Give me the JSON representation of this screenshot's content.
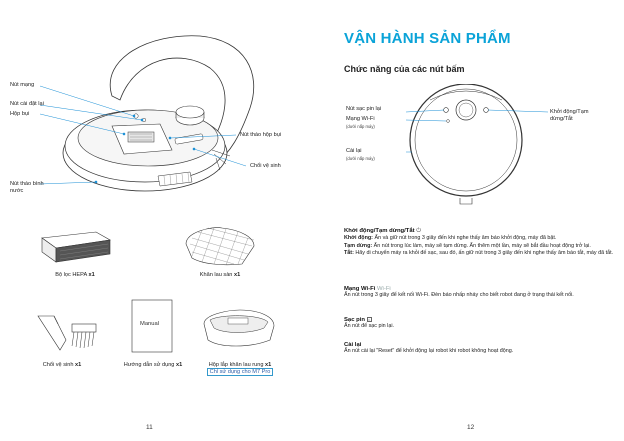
{
  "left_page": {
    "callouts": {
      "network_button": "Nút mạng",
      "reset_button": "Nút cài đặt lại",
      "dust_box": "Hộp bụi",
      "dust_box_release": "Nút tháo hộp bụi",
      "cleaning_brush": "Chổi vệ sinh",
      "water_tank_release_l1": "Nút tháo bình",
      "water_tank_release_l2": "nước"
    },
    "accessories": [
      {
        "name": "Bộ lọc HEPA ",
        "qty": "x1"
      },
      {
        "name": "Khăn lau sàn ",
        "qty": "x1"
      },
      {
        "name": "Chổi vệ sinh ",
        "qty": "x1"
      },
      {
        "name": "Hướng dẫn sử dụng ",
        "qty": "x1"
      },
      {
        "name": "Hộp lắp khăn lau rung ",
        "qty": "x1",
        "note": "Chỉ sử dụng cho M7 Pro"
      }
    ],
    "manual_label": "Manual",
    "page_number": "11"
  },
  "right_page": {
    "title": "VẬN HÀNH SẢN PHẨM",
    "subtitle": "Chức năng của các nút bấm",
    "diagram": {
      "charge_button": "Nút sạc pin lại",
      "wifi_network": "Mạng Wi-Fi",
      "wifi_note": "(dưới nắp máy)",
      "reset": "Cài lại",
      "reset_note": "(dưới nắp máy)",
      "start_pause_l1": "Khởi động/Tạm",
      "start_pause_l2": "dừng/Tắt"
    },
    "sections": {
      "power": {
        "heading": "Khởi động/Tạm dừng/Tắt",
        "start_label": "Khởi động:",
        "start_text": " Ấn và giữ nút trong 3 giây đến khi nghe thấy âm báo khởi động, máy đã bật.",
        "pause_label": "Tạm dừng:",
        "pause_text": " Ấn nút trong lúc làm, máy sẽ tạm dừng. Ấn thêm một lần, máy sẽ bắt đầu hoạt động trở lại.",
        "off_label": "Tắt:",
        "off_text": " Hãy di chuyển máy ra khỏi đế sạc, sau đó, ấn giữ nút trong 3 giây đến khi nghe thấy âm báo tắt, máy đã tắt."
      },
      "wifi": {
        "heading": "Mạng Wi-Fi",
        "heading_light": "Wi-Fi",
        "text": "Ấn nút trong 3 giây để kết nối Wi-Fi. Đèn báo nhấp nháy cho biết robot đang ở trạng thái kết nối."
      },
      "charge": {
        "heading": "Sạc pin",
        "text": "Ấn nút để sạc pin lại."
      },
      "reset": {
        "heading": "Cài lại",
        "text": "Ấn nút cài lại \"Reset\" để khởi động lại robot khi robot không hoạt động."
      }
    },
    "page_number": "12"
  },
  "colors": {
    "title": "#0aa3d8",
    "callout_line": "#1a8fd6",
    "drawing": "#333333"
  }
}
